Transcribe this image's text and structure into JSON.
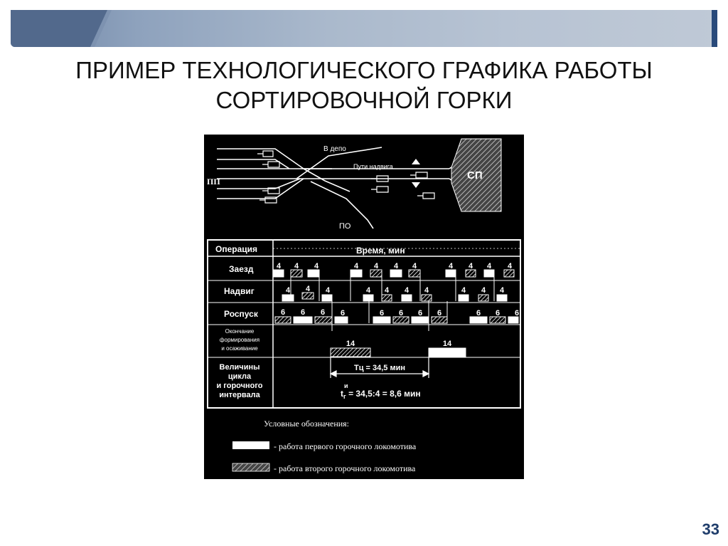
{
  "slide": {
    "title_line1": "ПРИМЕР ТЕХНОЛОГИЧЕСКОГО ГРАФИКА РАБОТЫ",
    "title_line2": "СОРТИРОВОЧНОЙ ГОРКИ",
    "page_number": "33"
  },
  "scheme": {
    "label_v_delo": "В депо",
    "label_puti_nadviga": "Пути надвига",
    "label_pp": "ПП",
    "label_sp": "СП",
    "label_po": "ПО"
  },
  "table": {
    "col_operation": "Операция",
    "col_time": "Время, мин",
    "row_zaezd": "Заезд",
    "row_nadvig": "Надвиг",
    "row_rospusk": "Роспуск",
    "row_okonchanie_l1": "Окончание",
    "row_okonchanie_l2": "формирования",
    "row_okonchanie_l3": "и осаживание",
    "row_velichiny_l1": "Величины",
    "row_velichiny_l2": "цикла",
    "row_velichiny_l3": "и горочного",
    "row_velichiny_l4": "интервала",
    "zaezd_value": "4",
    "nadvig_value": "4",
    "rospusk_value": "6",
    "okonchanie_value": "14",
    "tc_label": "Тц = 34,5 мин",
    "tg_symbol": "t",
    "tg_sup": "и",
    "tg_sub": "г",
    "tg_rest": " = 34,5:4 = 8,6 мин"
  },
  "legend": {
    "title": "Условные обозначения:",
    "first": "- работа первого горочного локомотива",
    "second": "- работа второго горочного локомотива"
  },
  "colors": {
    "banner_dark": "#52698c",
    "banner_light": "#bfc9d6",
    "page_number": "#1f3d6b"
  }
}
